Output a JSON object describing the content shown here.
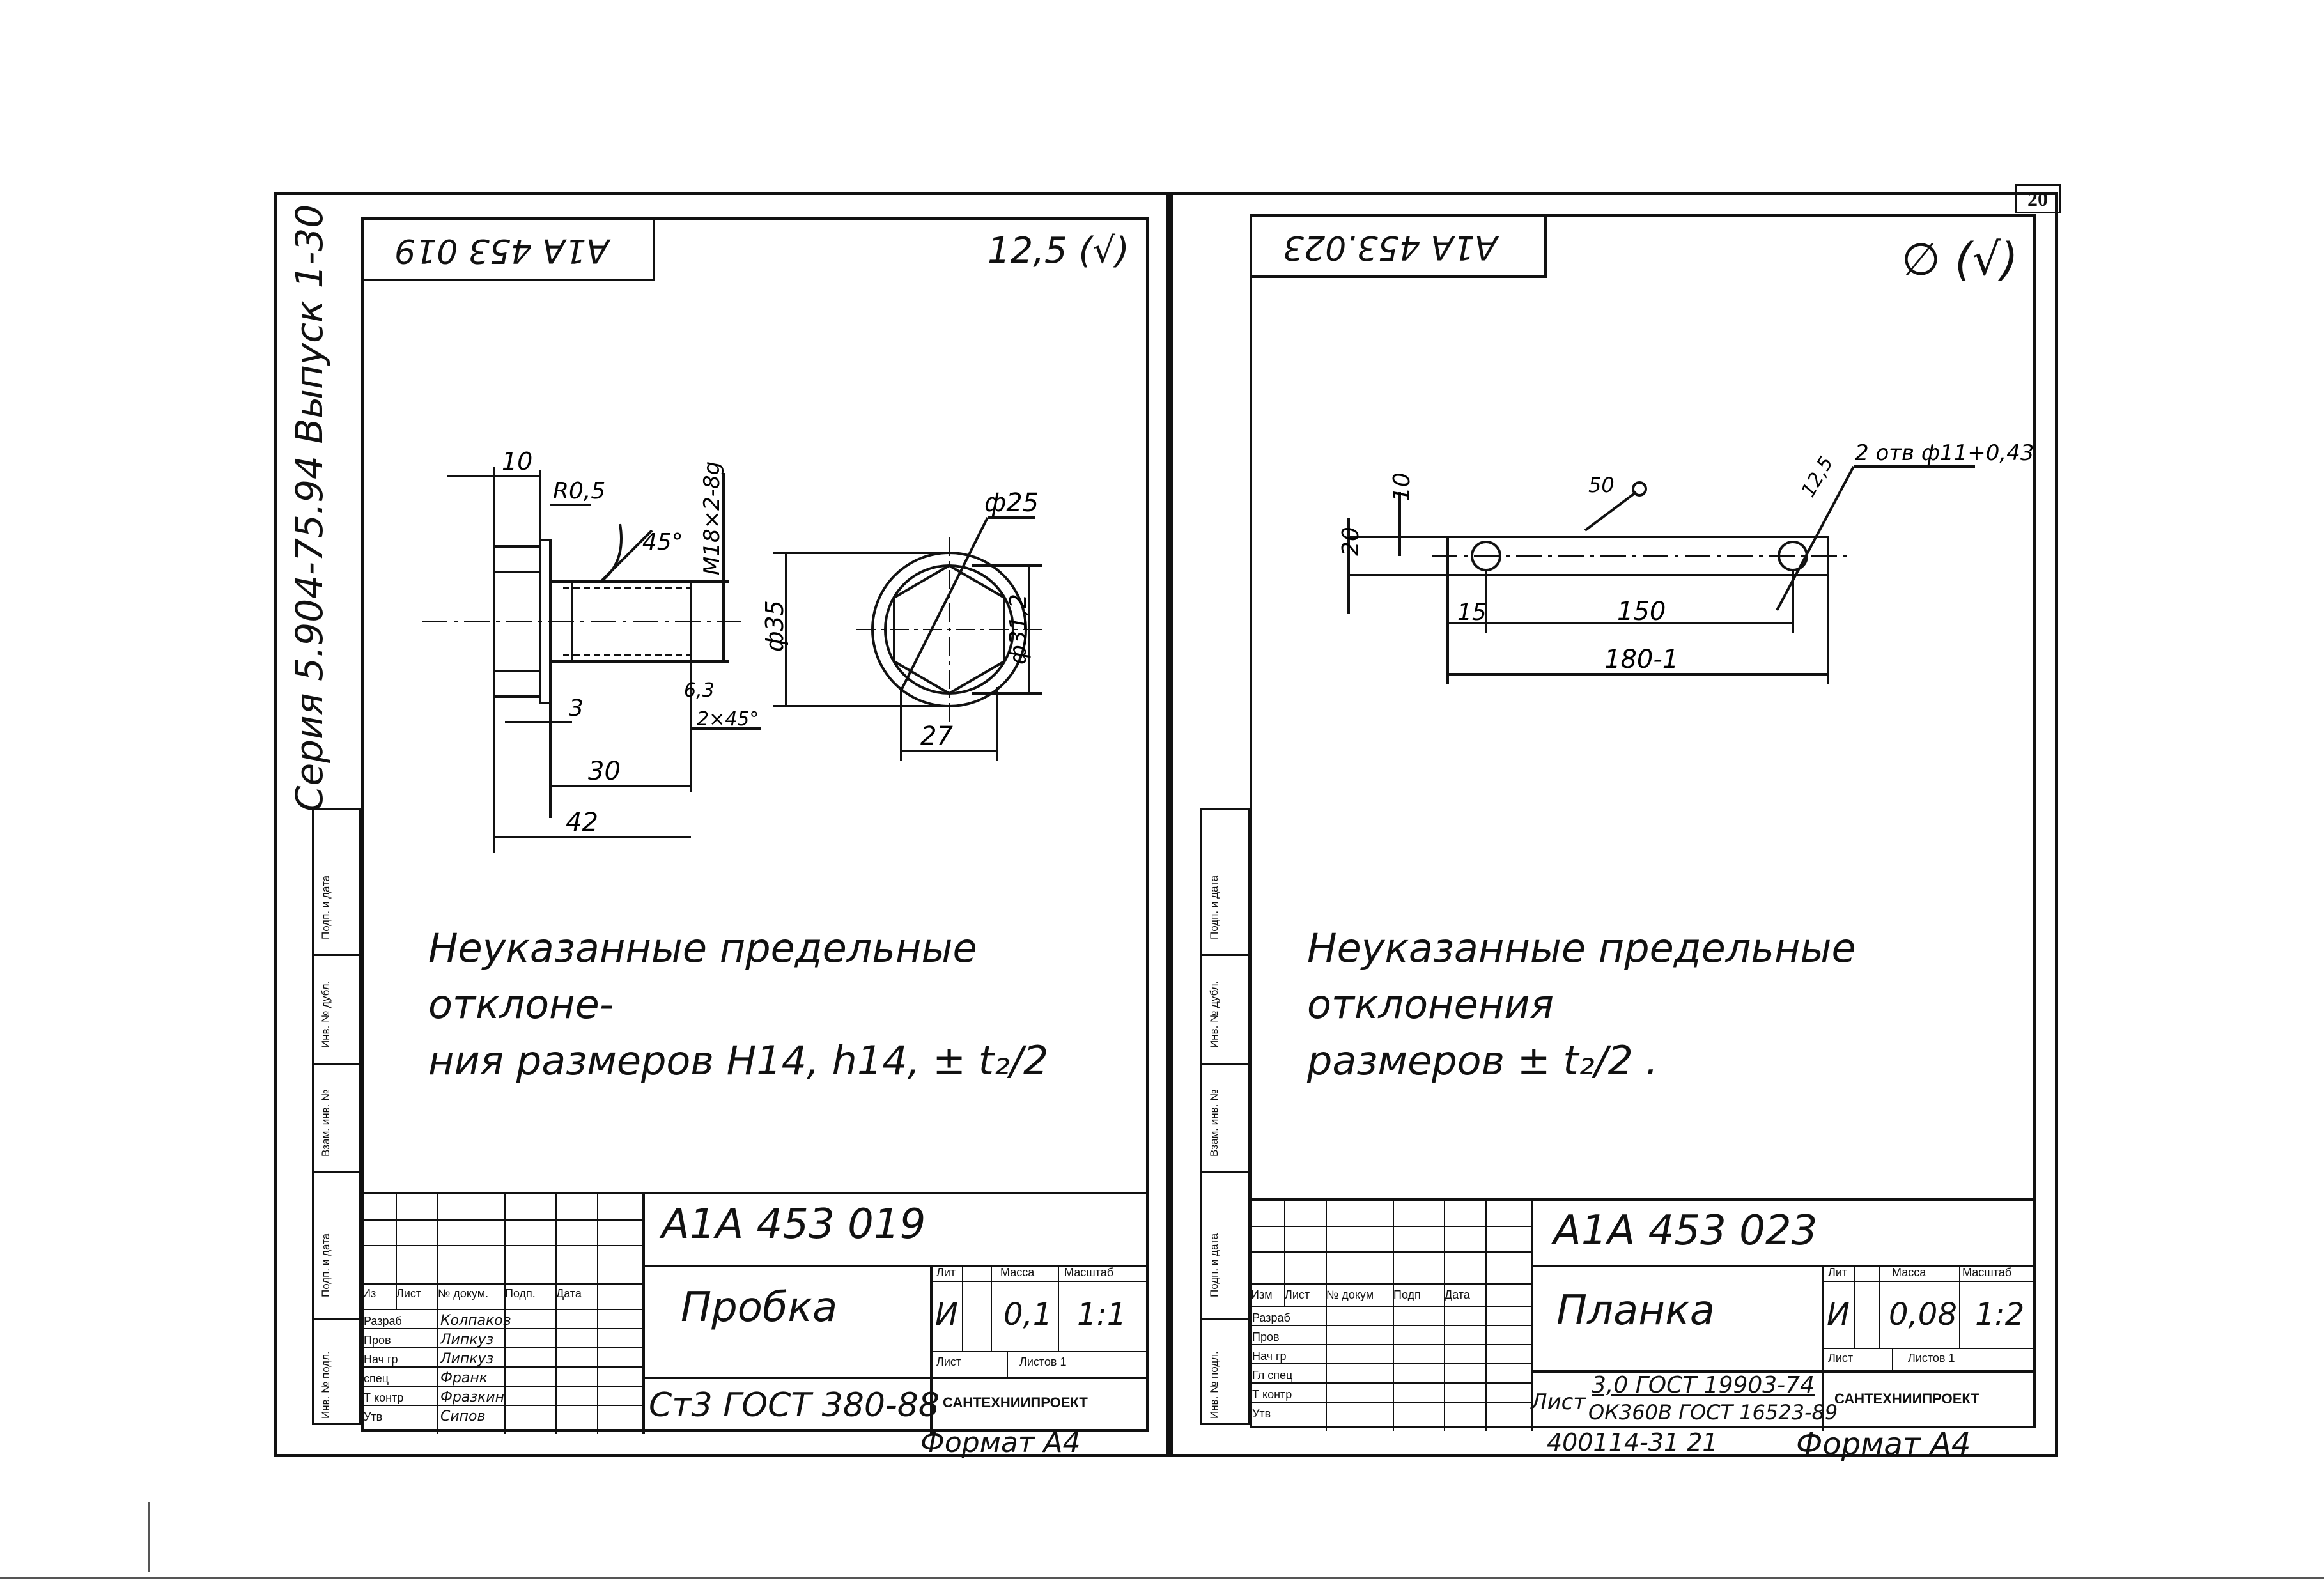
{
  "series_vertical": "Серия 5.904-75.94 Выпуск 1-30",
  "page_number": "20",
  "left": {
    "code_top": "А1А 453 019",
    "roughness": "12,5 (√)",
    "note": [
      "Неуказанные предельные отклоне-",
      "ния размеров  Н14, h14, ± t₂/2"
    ],
    "dims": {
      "d10": "10",
      "r05": "R0,5",
      "thread": "M18×2-8g",
      "a45": "45°",
      "d3": "3",
      "r63": "6,3",
      "chamfer": "2×45°",
      "d30": "30",
      "d42": "42",
      "phi25": "ф25",
      "phi35": "ф35",
      "phi312": "ф31,2",
      "d27": "27"
    },
    "title_block": {
      "designation": "А1А 453 019",
      "name": "Пробка",
      "material": "Ст3 ГОСТ 380-88",
      "lit_header": "Лит",
      "mass_header": "Масса",
      "scale_header": "Масштаб",
      "lit": "И",
      "mass": "0,1",
      "scale": "1:1",
      "sheet": "Лист",
      "sheets": "Листов 1",
      "org": "САНТЕХНИИПРОЕКТ",
      "roles": [
        "Разраб",
        "Пров",
        "Нач гр",
        "спец",
        "Т контр",
        "Утв"
      ],
      "col_headers": [
        "Из",
        "Лист",
        "№ докум.",
        "Подп.",
        "Дата"
      ],
      "names": [
        "Колпаков",
        "Липкуз",
        "Липкуз",
        "Франк",
        "Фразкин",
        "Сипов"
      ],
      "format": "Формат А4"
    }
  },
  "right": {
    "code_top": "А1А 453.023",
    "roughness": "∅ (√)",
    "note": [
      "Неуказанные предельные отклонения",
      "размеров  ± t₂/2 ."
    ],
    "dims": {
      "d10": "10",
      "d20": "20",
      "r50": "50",
      "r125": "12,5",
      "holes": "2 отв ф11+0,43",
      "d15": "15",
      "d150": "150",
      "d180": "180-1"
    },
    "title_block": {
      "designation": "А1А 453 023",
      "name": "Планка",
      "material_line1": "3,0 ГОСТ 19903-74",
      "material_prefix": "Лист",
      "material_line2": "ОК360В ГОСТ 16523-89",
      "lit_header": "Лит",
      "mass_header": "Масса",
      "scale_header": "Масштаб",
      "lit": "И",
      "mass": "0,08",
      "scale": "1:2",
      "sheet": "Лист",
      "sheets": "Листов 1",
      "org": "САНТЕХНИИПРОЕКТ",
      "roles": [
        "Разраб",
        "Пров",
        "Нач гр",
        "Гл спец",
        "Т контр",
        "Утв"
      ],
      "col_headers": [
        "Изм",
        "Лист",
        "№ докум",
        "Подп",
        "Дата"
      ],
      "format": "Формат А4",
      "bottom_code": "400114-31   21"
    }
  },
  "side_labels": [
    "Подп. и дата",
    "Инв. № дубл.",
    "Взам. инв. №",
    "Подп. и дата",
    "Инв. № подл."
  ]
}
